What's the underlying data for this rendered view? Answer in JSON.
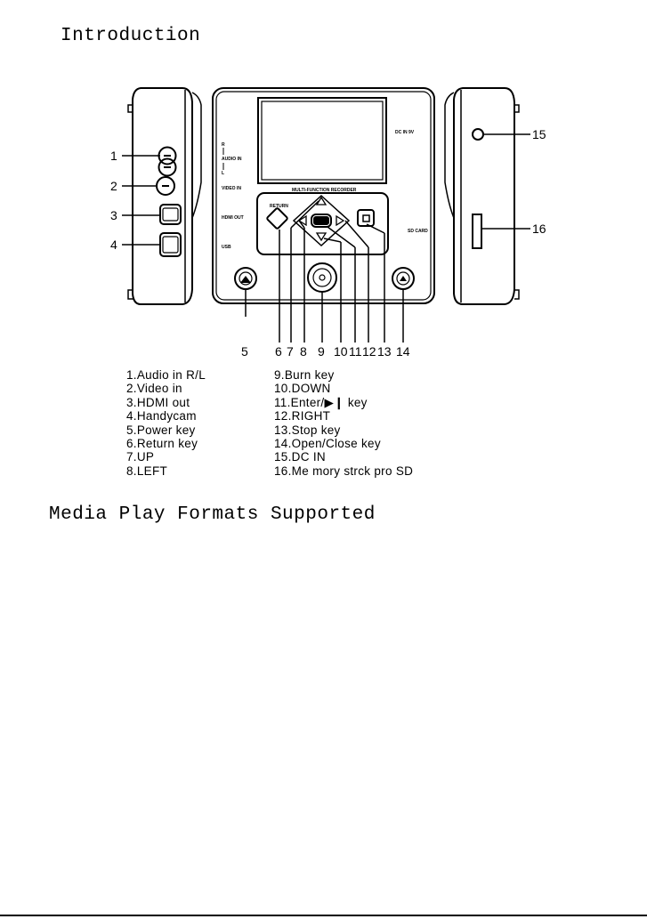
{
  "headings": {
    "introduction": "Introduction",
    "media_formats": "Media Play Formats Supported"
  },
  "device_labels": {
    "channel_r": "R",
    "audio_in": "AUDIO IN",
    "channel_l": "L",
    "video_in": "VIDEO IN",
    "hdmi_out": "HDMI OUT",
    "usb": "USB",
    "multi_function": "MULTI-FUNCTION RECORDER",
    "return": "RETURN",
    "dc_in": "DC IN 9V",
    "sd_card": "SD CARD"
  },
  "callouts": [
    "1",
    "2",
    "3",
    "4",
    "5",
    "6",
    "7",
    "8",
    "9",
    "10",
    "11",
    "12",
    "13",
    "14",
    "15",
    "16"
  ],
  "legend_left": [
    "1.Audio in R/L",
    "2.Video in",
    "3.HDMI out",
    "4.Handycam",
    "5.Power key",
    "6.Return key",
    "7.UP",
    "8.LEFT"
  ],
  "legend_right": [
    "9.Burn key",
    "10.DOWN",
    "11.Enter/▶❙ key",
    "12.RIGHT",
    "13.Stop  key",
    "14.Open/Close key",
    "15.DC IN",
    "16.Me mory strck pro SD"
  ]
}
